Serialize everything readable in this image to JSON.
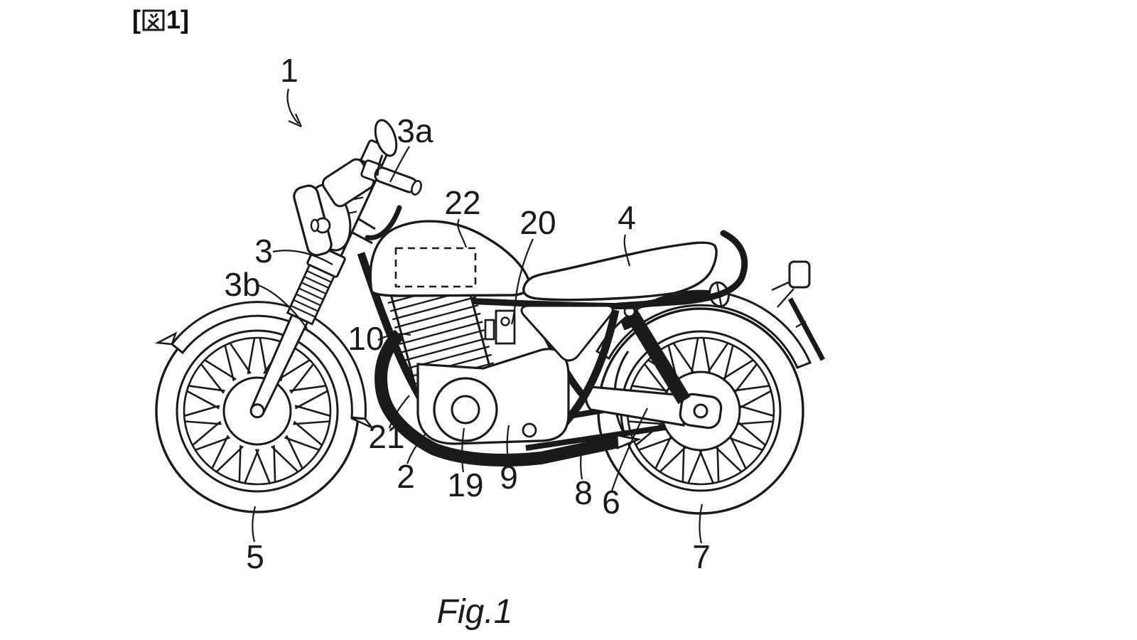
{
  "figure_tag": {
    "full": "[図1]",
    "prefix": "[",
    "kanji": "図",
    "suffix": "1]"
  },
  "caption": "Fig.1",
  "labels": {
    "l1": "1",
    "l2": "2",
    "l3": "3",
    "l3a": "3a",
    "l3b": "3b",
    "l4": "4",
    "l5": "5",
    "l6": "6",
    "l7": "7",
    "l8": "8",
    "l9": "9",
    "l10": "10",
    "l19": "19",
    "l20": "20",
    "l21": "21",
    "l22": "22"
  },
  "colors": {
    "line": "#1a1a1a",
    "background": "#ffffff"
  }
}
